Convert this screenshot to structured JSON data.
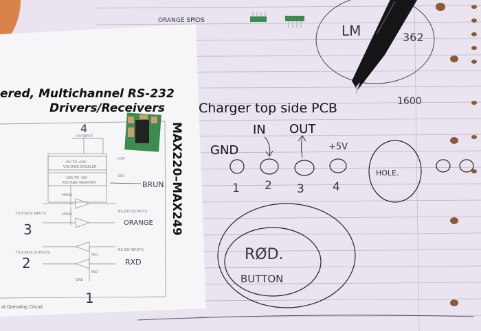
{
  "notebook": {
    "title": "Charger top side PCB",
    "pin_labels": [
      "GND",
      "IN",
      "OUT",
      "+5V"
    ],
    "pin_numbers": [
      "1",
      "2",
      "3",
      "4"
    ],
    "hole_label": "HOLE.",
    "button_label_1": "RØD.",
    "button_label_2": "BUTTON",
    "spids_note": "ORANGE SPIDS",
    "circle_note_1": "LM",
    "circle_note_2": "362",
    "number_note": "1600"
  },
  "datasheet": {
    "title_line1": "ered, Multichannel RS-232",
    "title_line2": "Drivers/Receivers",
    "part_range": "MAX220–MAX249",
    "caption": "al Operating Circuit",
    "vcc_input": "+5V INPUT",
    "doubler_1": "+5V TO +10V",
    "doubler_2": "VOLTAGE DOUBLER",
    "inverter_1": "+10V TO -10V",
    "inverter_2": "VOLTAGE INVERTER",
    "vplus": "+10V",
    "vminus": "-10V",
    "ttl_inputs": "TTL/CMOS INPUTS",
    "rs232_outputs": "RS-232 OUTPUTS",
    "ttl_outputs": "TTL/CMOS OUTPUTS",
    "rs232_inputs": "RS-232 INPUTS",
    "gnd": "GND",
    "r400": "400kΩ",
    "r5": "5kΩ",
    "hand_brun": "BRUN",
    "hand_orange": "ORANGE",
    "hand_rxd": "RXD",
    "hand_4": "4",
    "hand_3": "3",
    "hand_2": "2",
    "hand_1": "1"
  },
  "colors": {
    "paper": "#e9e4ef",
    "sheet": "#f6f5f8",
    "pcb_green": "#3f8a4e",
    "pen": "#151518"
  }
}
